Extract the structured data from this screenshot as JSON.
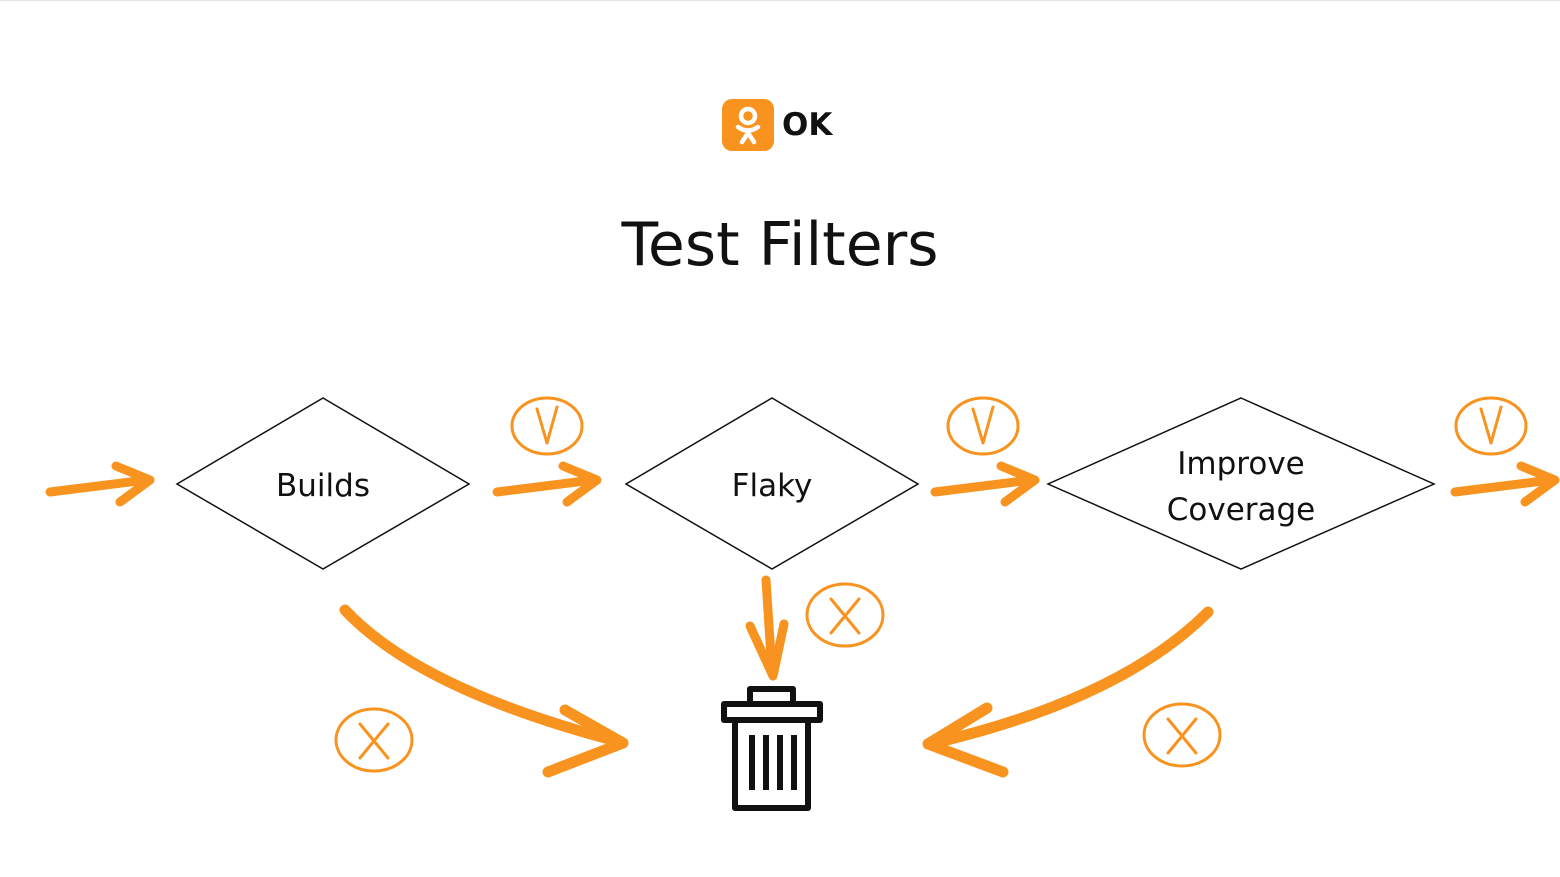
{
  "brand": {
    "name": "OK",
    "accent_color": "#f7931e",
    "icon": "ok-logo-icon"
  },
  "title": "Test Filters",
  "nodes": [
    {
      "label_lines": [
        "Builds"
      ]
    },
    {
      "label_lines": [
        "Flaky"
      ]
    },
    {
      "label_lines": [
        "Improve",
        "Coverage"
      ]
    }
  ],
  "marks": {
    "pass": "V",
    "fail": "X"
  },
  "colors": {
    "arrow": "#f7931e",
    "outline": "#111111",
    "text": "#111111"
  },
  "icons": [
    "arrow-right-icon",
    "check-circle-icon",
    "cross-circle-icon",
    "trash-icon"
  ]
}
